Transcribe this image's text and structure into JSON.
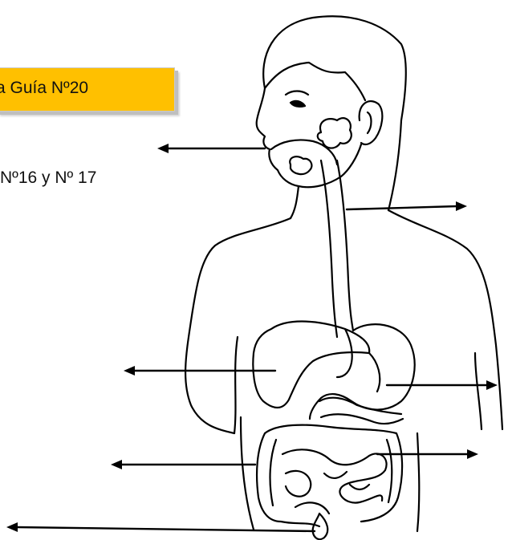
{
  "banner": {
    "text": "a Guía Nº20",
    "background": "#ffc000"
  },
  "reference": {
    "text": "Nº16 y Nº 17"
  },
  "illustration": {
    "subject": "digestive-system-outline",
    "line_color": "#000000"
  },
  "arrows": [
    {
      "name": "arrow-mouth",
      "direction": "left"
    },
    {
      "name": "arrow-esophagus",
      "direction": "right"
    },
    {
      "name": "arrow-liver",
      "direction": "left"
    },
    {
      "name": "arrow-stomach",
      "direction": "right"
    },
    {
      "name": "arrow-large-intestine",
      "direction": "left"
    },
    {
      "name": "arrow-small-intestine",
      "direction": "right"
    },
    {
      "name": "arrow-rectum",
      "direction": "left"
    }
  ]
}
